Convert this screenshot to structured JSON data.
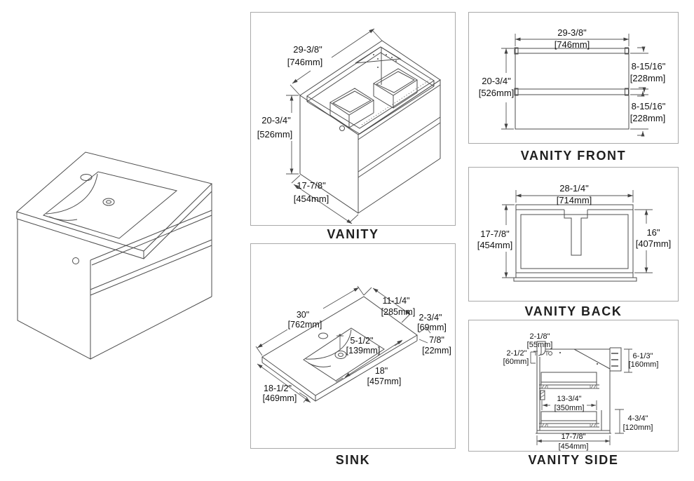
{
  "colors": {
    "background": "#ffffff",
    "line": "#4d4d4d",
    "dimension_line": "#555555",
    "text": "#111111",
    "panel_border": "#a9a9a9"
  },
  "panels": {
    "vanity": {
      "label": "VANITY",
      "dims": {
        "width_in": "29-3/8\"",
        "width_mm": "[746mm]",
        "height_in": "20-3/4\"",
        "height_mm": "[526mm]",
        "depth_in": "17-7/8\"",
        "depth_mm": "[454mm]"
      }
    },
    "vanity_front": {
      "label": "VANITY FRONT",
      "dims": {
        "width_in": "29-3/8\"",
        "width_mm": "[746mm]",
        "height_in": "20-3/4\"",
        "height_mm": "[526mm]",
        "drawer1_in": "8-15/16\"",
        "drawer1_mm": "[228mm]",
        "drawer2_in": "8-15/16\"",
        "drawer2_mm": "[228mm]"
      }
    },
    "vanity_back": {
      "label": "VANITY BACK",
      "dims": {
        "width_in": "28-1/4\"",
        "width_mm": "[714mm]",
        "height_in": "17-7/8\"",
        "height_mm": "[454mm]",
        "inner_height_in": "16\"",
        "inner_height_mm": "[407mm]"
      }
    },
    "sink": {
      "label": "SINK",
      "dims": {
        "width_in": "30\"",
        "width_mm": "[762mm]",
        "offset_in": "11-1/4\"",
        "offset_mm": "[285mm]",
        "overhang_in": "2-3/4\"",
        "overhang_mm": "[69mm]",
        "thickness_in": "7/8\"",
        "thickness_mm": "[22mm]",
        "faucet_in": "5-1/2\"",
        "faucet_mm": "[139mm]",
        "basin_in": "18\"",
        "basin_mm": "[457mm]",
        "depth_in": "18-1/2\"",
        "depth_mm": "[469mm]"
      }
    },
    "vanity_side": {
      "label": "VANITY SIDE",
      "dims": {
        "rail_in": "2-1/8\"",
        "rail_mm": "[55mm]",
        "front_in": "2-1/2\"",
        "front_mm": "[60mm]",
        "bracket_in": "6-1/3\"",
        "bracket_mm": "[160mm]",
        "drawer_in": "13-3/4\"",
        "drawer_mm": "[350mm]",
        "back_in": "4-3/4\"",
        "back_mm": "[120mm]",
        "depth_in": "17-7/8\"",
        "depth_mm": "[454mm]"
      }
    }
  }
}
